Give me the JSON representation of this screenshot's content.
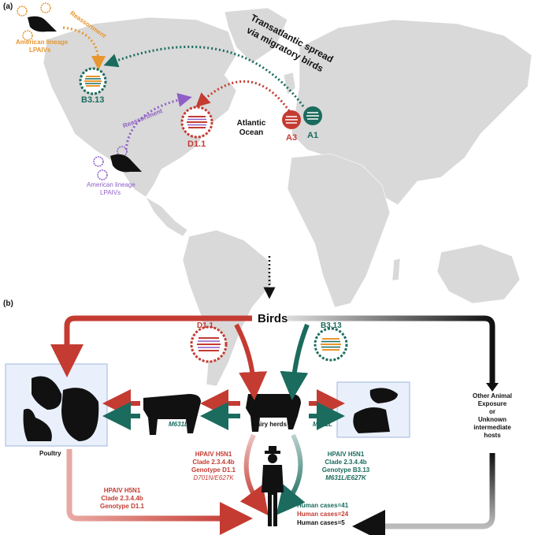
{
  "panel_a": {
    "label": "(a)",
    "source_orange": {
      "line1": "American lineage",
      "line2": "LPAIVs"
    },
    "source_purple": {
      "line1": "American lineage",
      "line2": "LPAIVs"
    },
    "reassortment_top": "Reassortment",
    "reassortment_mid": "Reassortment",
    "transatlantic_line1": "Transatlantic spread",
    "transatlantic_line2": "via migratory birds",
    "ocean_line1": "Atlantic",
    "ocean_line2": "Ocean",
    "virus_b313": "B3.13",
    "virus_d11": "D1.1",
    "virus_a3": "A3",
    "virus_a1": "A1"
  },
  "panel_b": {
    "label": "(b)",
    "birds": "Birds",
    "d11": "D1.1",
    "b313": "B3.13",
    "poultry": "Poultry",
    "dairy": "Dairy herds",
    "m631l_left": "M631L",
    "m631l_right": "M631L",
    "other_host": {
      "line1": "Other Animal",
      "line2": "Exposure",
      "line3": "or",
      "line4": "Unknown",
      "line5": "intermediate",
      "line6": "hosts"
    },
    "red_box": {
      "line1": "HPAIV H5N1",
      "line2": "Clade 2.3.4.4b",
      "line3": "Genotype D1.1",
      "line4": "D701N/E627K"
    },
    "teal_box": {
      "line1": "HPAIV H5N1",
      "line2": "Clade 2.3.4.4b",
      "line3": "Genotype B3.13",
      "line4": "M631L/E627K"
    },
    "poultry_box": {
      "line1": "HPAIV H5N1",
      "line2": "Clade 2.3.4.4b",
      "line3": "Genotype D1.1"
    },
    "cases": {
      "teal": "Human cases=41",
      "red": "Human cases=24",
      "black": "Human cases=5"
    }
  },
  "colors": {
    "orange": "#e8962e",
    "purple": "#8f5fc7",
    "teal": "#1b6b5e",
    "red": "#c43b32",
    "map": "#d9d9d9"
  }
}
